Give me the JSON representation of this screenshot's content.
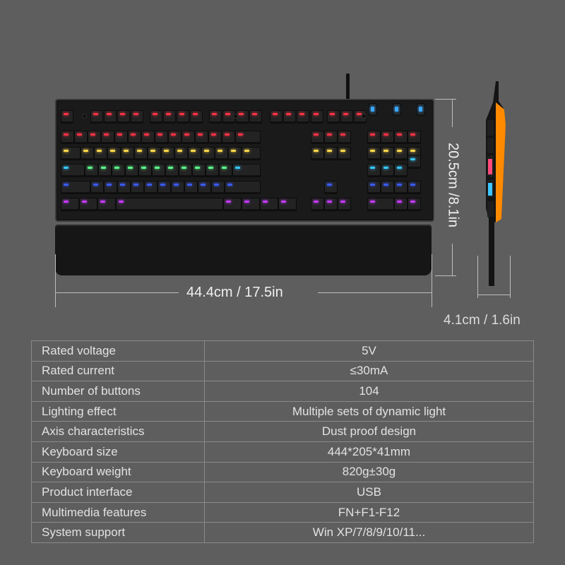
{
  "product": {
    "dimensions": {
      "width": "44.4cm / 17.5in",
      "height": "20.5cm /8.1in",
      "depth": "4.1cm / 1.6in"
    }
  },
  "colors": {
    "background": "#5e5e5e",
    "keyboard_body": "#1a1a1a",
    "row_glow": [
      "#ff3344",
      "#ffd84a",
      "#5cff8a",
      "#34c8ff",
      "#3a5bff",
      "#c43bff"
    ],
    "side_accent": "#ff8a00"
  },
  "specs": [
    {
      "label": "Rated voltage",
      "value": "5V"
    },
    {
      "label": "Rated current",
      "value": "≤30mA"
    },
    {
      "label": "Number of buttons",
      "value": "104"
    },
    {
      "label": "Lighting effect",
      "value": "Multiple sets of dynamic light"
    },
    {
      "label": "Axis characteristics",
      "value": "Dust proof design"
    },
    {
      "label": "Keyboard size",
      "value": "444*205*41mm"
    },
    {
      "label": "Keyboard weight",
      "value": "820g±30g"
    },
    {
      "label": "Product interface",
      "value": "USB"
    },
    {
      "label": "Multimedia features",
      "value": "FN+F1-F12"
    },
    {
      "label": "System support",
      "value": "Win XP/7/8/9/10/11..."
    }
  ]
}
